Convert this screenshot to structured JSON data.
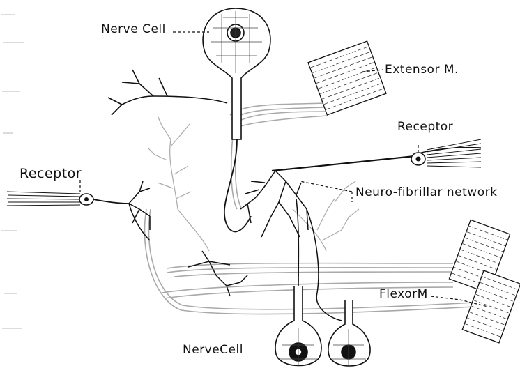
{
  "labels": {
    "nerve_cell_top": "Nerve Cell",
    "extensor": "Extensor M.",
    "receptor_right": "Receptor",
    "receptor_left": "Receptor",
    "network": "Neuro-fibrillar network",
    "flexor": "FlexorM",
    "nerve_cell_bottom": "NerveCell"
  },
  "colors": {
    "ink": "#111111",
    "gray_fiber": "#a9a9a9",
    "fine_line": "#555555"
  }
}
